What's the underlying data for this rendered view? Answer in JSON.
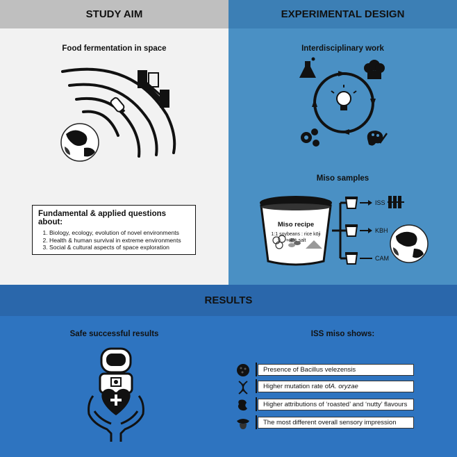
{
  "headers": {
    "study_aim": "STUDY AIM",
    "experimental_design": "EXPERIMENTAL DESIGN",
    "results": "RESULTS"
  },
  "study_aim": {
    "subtitle": "Food fermentation in space",
    "questions_title": "Fundamental & applied questions about:",
    "questions": [
      "Biology, ecology, evolution of novel environments",
      "Health & human survival in extreme environments",
      "Social & cultural aspects of space exploration"
    ]
  },
  "experimental_design": {
    "subtitle": "Interdisciplinary work",
    "miso_subtitle": "Miso samples",
    "recipe_title": "Miso recipe",
    "recipe_line1": "1:1 soybeans : rice kōji",
    "recipe_line2": "+ 4% salt",
    "samples": [
      "ISS",
      "KBH",
      "CAM"
    ]
  },
  "results": {
    "left_subtitle": "Safe successful results",
    "right_subtitle": "ISS miso shows:",
    "findings": [
      {
        "text": "Presence of Bacillus velezensis",
        "icon": "bacteria-icon"
      },
      {
        "text_prefix": "Higher mutation rate of ",
        "text_italic": "A. oryzae",
        "icon": "dna-icon"
      },
      {
        "text": "Higher attributions of ‘roasted’ and ‘nutty’ flavours",
        "icon": "nut-icon"
      },
      {
        "text": "The most different overall sensory impression",
        "icon": "tongue-icon"
      }
    ]
  }
}
